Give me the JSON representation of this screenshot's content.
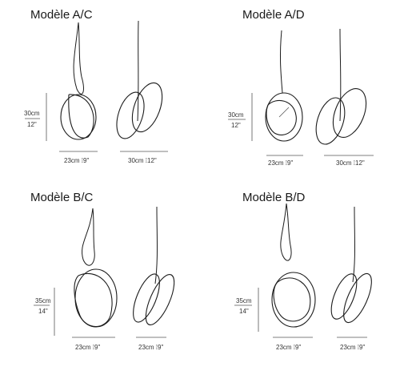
{
  "models": [
    {
      "id": "ac",
      "title": "Modèle A/C",
      "height_cm": "30cm",
      "height_in": "12\"",
      "front_width": "23cm",
      "front_width_in": "9\"",
      "side_width": "30cm",
      "side_width_in": "12\""
    },
    {
      "id": "ad",
      "title": "Modèle A/D",
      "height_cm": "30cm",
      "height_in": "12\"",
      "front_width": "23cm",
      "front_width_in": "9\"",
      "side_width": "30cm",
      "side_width_in": "12\""
    },
    {
      "id": "bc",
      "title": "Modèle B/C",
      "height_cm": "35cm",
      "height_in": "14\"",
      "front_width": "23cm",
      "front_width_in": "9\"",
      "side_width": "23cm",
      "side_width_in": "9\""
    },
    {
      "id": "bd",
      "title": "Modèle B/D",
      "height_cm": "35cm",
      "height_in": "14\"",
      "front_width": "23cm",
      "front_width_in": "9\"",
      "side_width": "23cm",
      "side_width_in": "9\""
    }
  ]
}
